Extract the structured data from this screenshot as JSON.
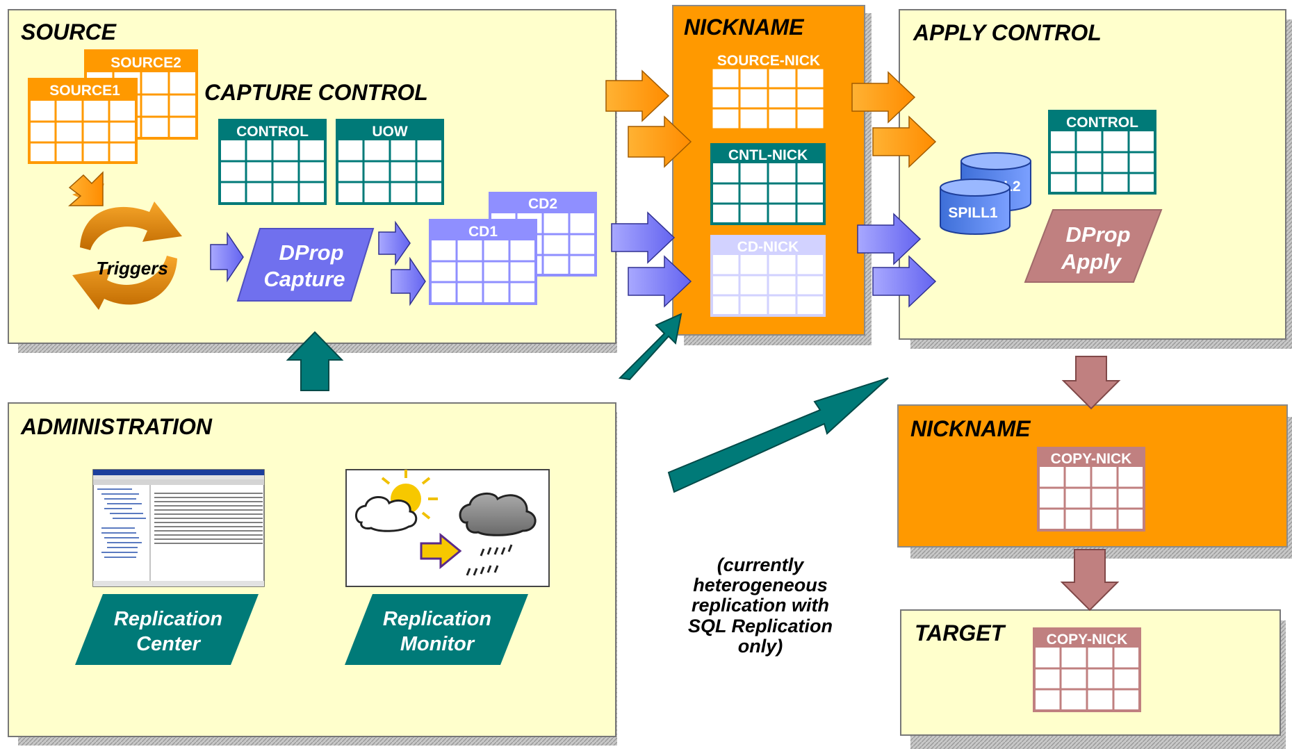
{
  "panels": {
    "source": "SOURCE",
    "capture_control": "CAPTURE CONTROL",
    "nickname_top": "NICKNAME",
    "apply_control": "APPLY CONTROL",
    "administration": "ADMINISTRATION",
    "nickname_bottom": "NICKNAME",
    "target": "TARGET"
  },
  "tables": {
    "source1": "SOURCE1",
    "source2": "SOURCE2",
    "capture_control": "CONTROL",
    "uow": "UOW",
    "cd1": "CD1",
    "cd2": "CD2",
    "source_nick": "SOURCE-NICK",
    "cntl_nick": "CNTL-NICK",
    "cd_nick": "CD-NICK",
    "apply_control": "CONTROL",
    "copy_nick_nickname": "COPY-NICK",
    "copy_nick_target": "COPY-NICK"
  },
  "disks": {
    "spill1": "SPILL1",
    "spill2": "SPILL2"
  },
  "processes": {
    "triggers": "Triggers",
    "capture_line1": "DProp",
    "capture_line2": "Capture",
    "apply_line1": "DProp",
    "apply_line2": "Apply",
    "rep_center_line1": "Replication",
    "rep_center_line2": "Center",
    "rep_monitor_line1": "Replication",
    "rep_monitor_line2": "Monitor"
  },
  "note": [
    "(currently",
    "heterogeneous",
    "replication with",
    "SQL Replication",
    "only)"
  ],
  "colors": {
    "panel_fill": "#ffffcc",
    "orange": "#ff9900",
    "teal": "#007a78",
    "blue": "#8f8fff",
    "mauve": "#c08080",
    "nickname_panel": "#ff9900"
  }
}
